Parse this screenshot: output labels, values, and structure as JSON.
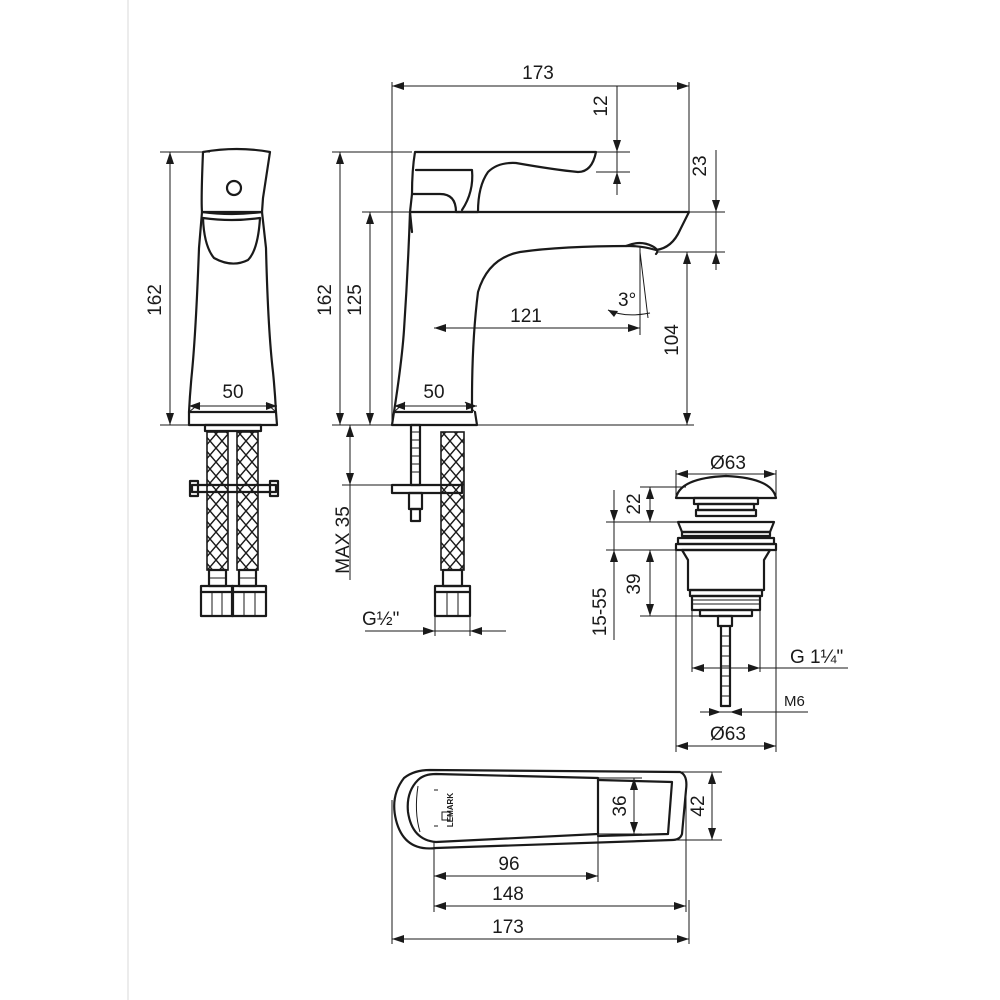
{
  "dims": {
    "top_width": "173",
    "lever_height": "12",
    "lever_offset": "23",
    "side_height": "162",
    "front_height": "162",
    "spout_height": "125",
    "spout_reach": "121",
    "tilt": "3°",
    "clearance": "104",
    "side_base": "50",
    "front_base": "50",
    "max_thickness": "MAX 35",
    "thread": "G½\"",
    "waste_top_dia": "Ø63",
    "waste_cap_height": "22",
    "waste_range": "15-55",
    "waste_body_height": "39",
    "waste_thread": "G 1¼\"",
    "waste_bolt": "M6",
    "waste_bottom_dia": "Ø63",
    "plan_36": "36",
    "plan_42": "42",
    "plan_96": "96",
    "plan_148": "148",
    "plan_173": "173"
  },
  "brand_logo": "LEMARK"
}
